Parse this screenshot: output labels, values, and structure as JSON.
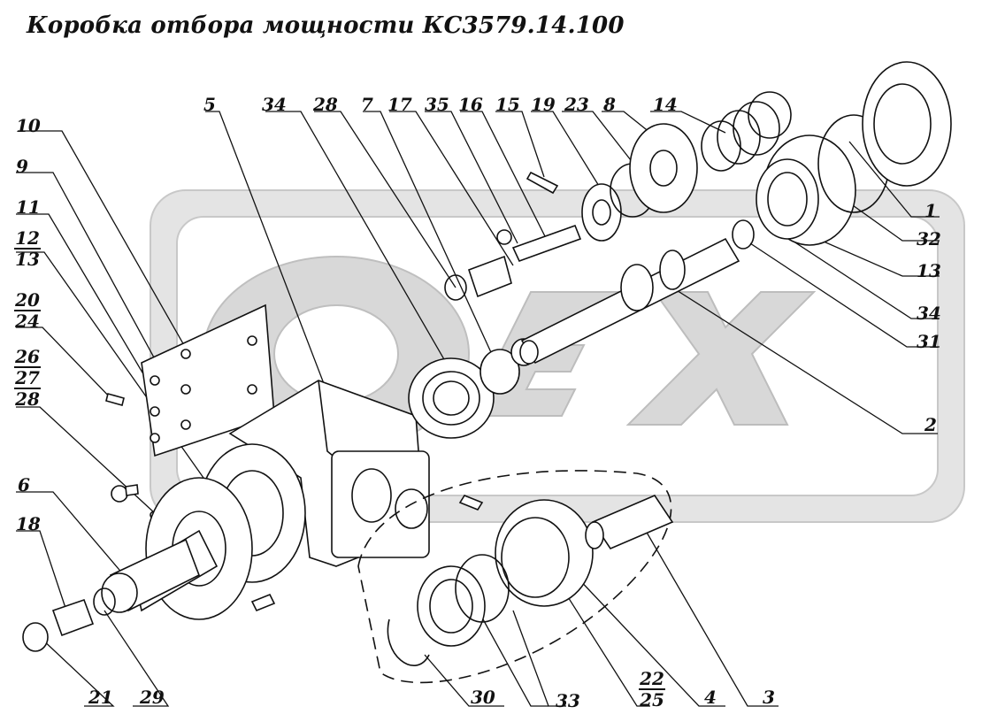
{
  "title": "Коробка отбора мощности КС3579.14.100",
  "watermark": {
    "text": "OREX",
    "color": "#bdbdbd"
  },
  "colors": {
    "line": "#111111",
    "watermark": "#c4c4c4",
    "background": "#ffffff"
  },
  "labels": {
    "l1": "1",
    "l2": "2",
    "l3": "3",
    "l4": "4",
    "l5": "5",
    "l6": "6",
    "l7": "7",
    "l8": "8",
    "l9": "9",
    "l10": "10",
    "l11": "11",
    "l13": "13",
    "l14": "14",
    "l15": "15",
    "l16": "16",
    "l17": "17",
    "l18": "18",
    "l19": "19",
    "l21": "21",
    "l23": "23",
    "l28": "28",
    "l29": "29",
    "l30": "30",
    "l31": "31",
    "l32": "32",
    "l33": "33",
    "l34a": "34",
    "l34b": "34",
    "l35": "35"
  },
  "fractions": {
    "f12_13": {
      "top": "12",
      "bot": "13"
    },
    "f20_24": {
      "top": "20",
      "bot": "24"
    },
    "f26_27_28": {
      "top": "26",
      "mid": "27",
      "bot": "28"
    },
    "f22_25": {
      "top": "22",
      "bot": "25"
    }
  }
}
